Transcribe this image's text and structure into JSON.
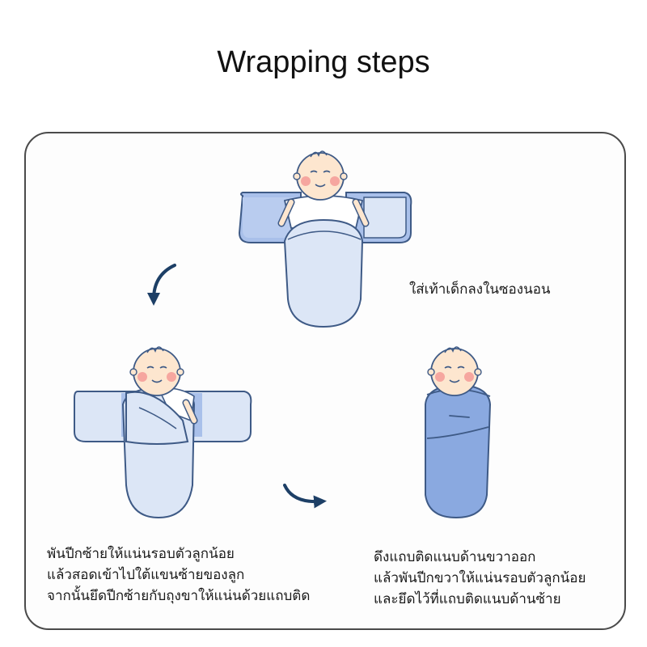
{
  "header": {
    "title": "Wrapping steps"
  },
  "steps": [
    {
      "lines": [
        "ใส่เท้าเด็กลงในซองนอน"
      ]
    },
    {
      "lines": [
        "พันปีกซ้ายให้แน่นรอบตัวลูกน้อย",
        "แล้วสอดเข้าไปใต้แขนซ้ายของลูก",
        "จากนั้นยึดปีกซ้ายกับถุงขาให้แน่นด้วยแถบติด"
      ]
    },
    {
      "lines": [
        "ดึงแถบติดแนบด้านขวาออก",
        "แล้วพันปีกขวาให้แน่นรอบตัวลูกน้อย",
        "และยึดไว้ที่แถบติดแนบด้านซ้าย"
      ]
    }
  ],
  "colors": {
    "swaddle_light": "#dce6f6",
    "swaddle_mid": "#a9c0ea",
    "swaddle_blue": "#8aa9e0",
    "outline": "#3e5a86",
    "arrow": "#1d3f66",
    "skin": "#fde6cf",
    "cheek": "#f28a8a"
  },
  "icons": [
    "curved-arrow-icon",
    "baby-face-icon"
  ]
}
